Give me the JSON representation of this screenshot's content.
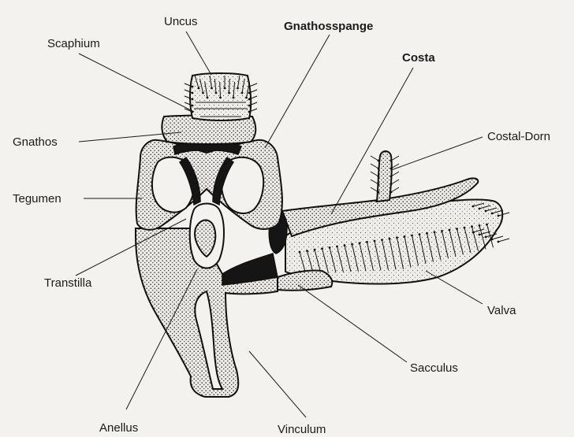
{
  "labels": {
    "uncus": "Uncus",
    "gnathosspange": "Gnathosspange",
    "scaphium": "Scaphium",
    "costa": "Costa",
    "gnathos": "Gnathos",
    "costal_dorn": "Costal-Dorn",
    "tegumen": "Tegumen",
    "transtilla": "Transtilla",
    "valva": "Valva",
    "sacculus": "Sacculus",
    "anellus": "Anellus",
    "vinculum": "Vinculum"
  }
}
